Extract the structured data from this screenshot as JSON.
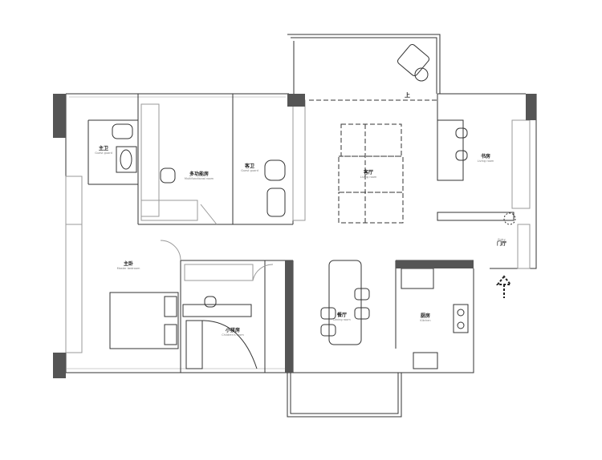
{
  "rooms": [
    {
      "id": "master-bath",
      "zh": "主卫",
      "en": "Guest guard"
    },
    {
      "id": "multifunction",
      "zh": "多功能房",
      "en": "Multifunctional room"
    },
    {
      "id": "guest-bath",
      "zh": "客卫",
      "en": "Guest guard"
    },
    {
      "id": "living",
      "zh": "客厅",
      "en": "Living room"
    },
    {
      "id": "study",
      "zh": "书房",
      "en": "Living room"
    },
    {
      "id": "entry",
      "zh": "门厅",
      "en": "Entry"
    },
    {
      "id": "master-bedroom",
      "zh": "主卧",
      "en": "Master bedroom"
    },
    {
      "id": "children",
      "zh": "小孩房",
      "en": "Children's room"
    },
    {
      "id": "dining",
      "zh": "餐厅",
      "en": "Dining room"
    },
    {
      "id": "kitchen",
      "zh": "厨房",
      "en": "Kitchen"
    }
  ],
  "annotations": {
    "up": "上"
  },
  "colors": {
    "wall": "#555555",
    "line": "#333333",
    "light": "#999999"
  }
}
